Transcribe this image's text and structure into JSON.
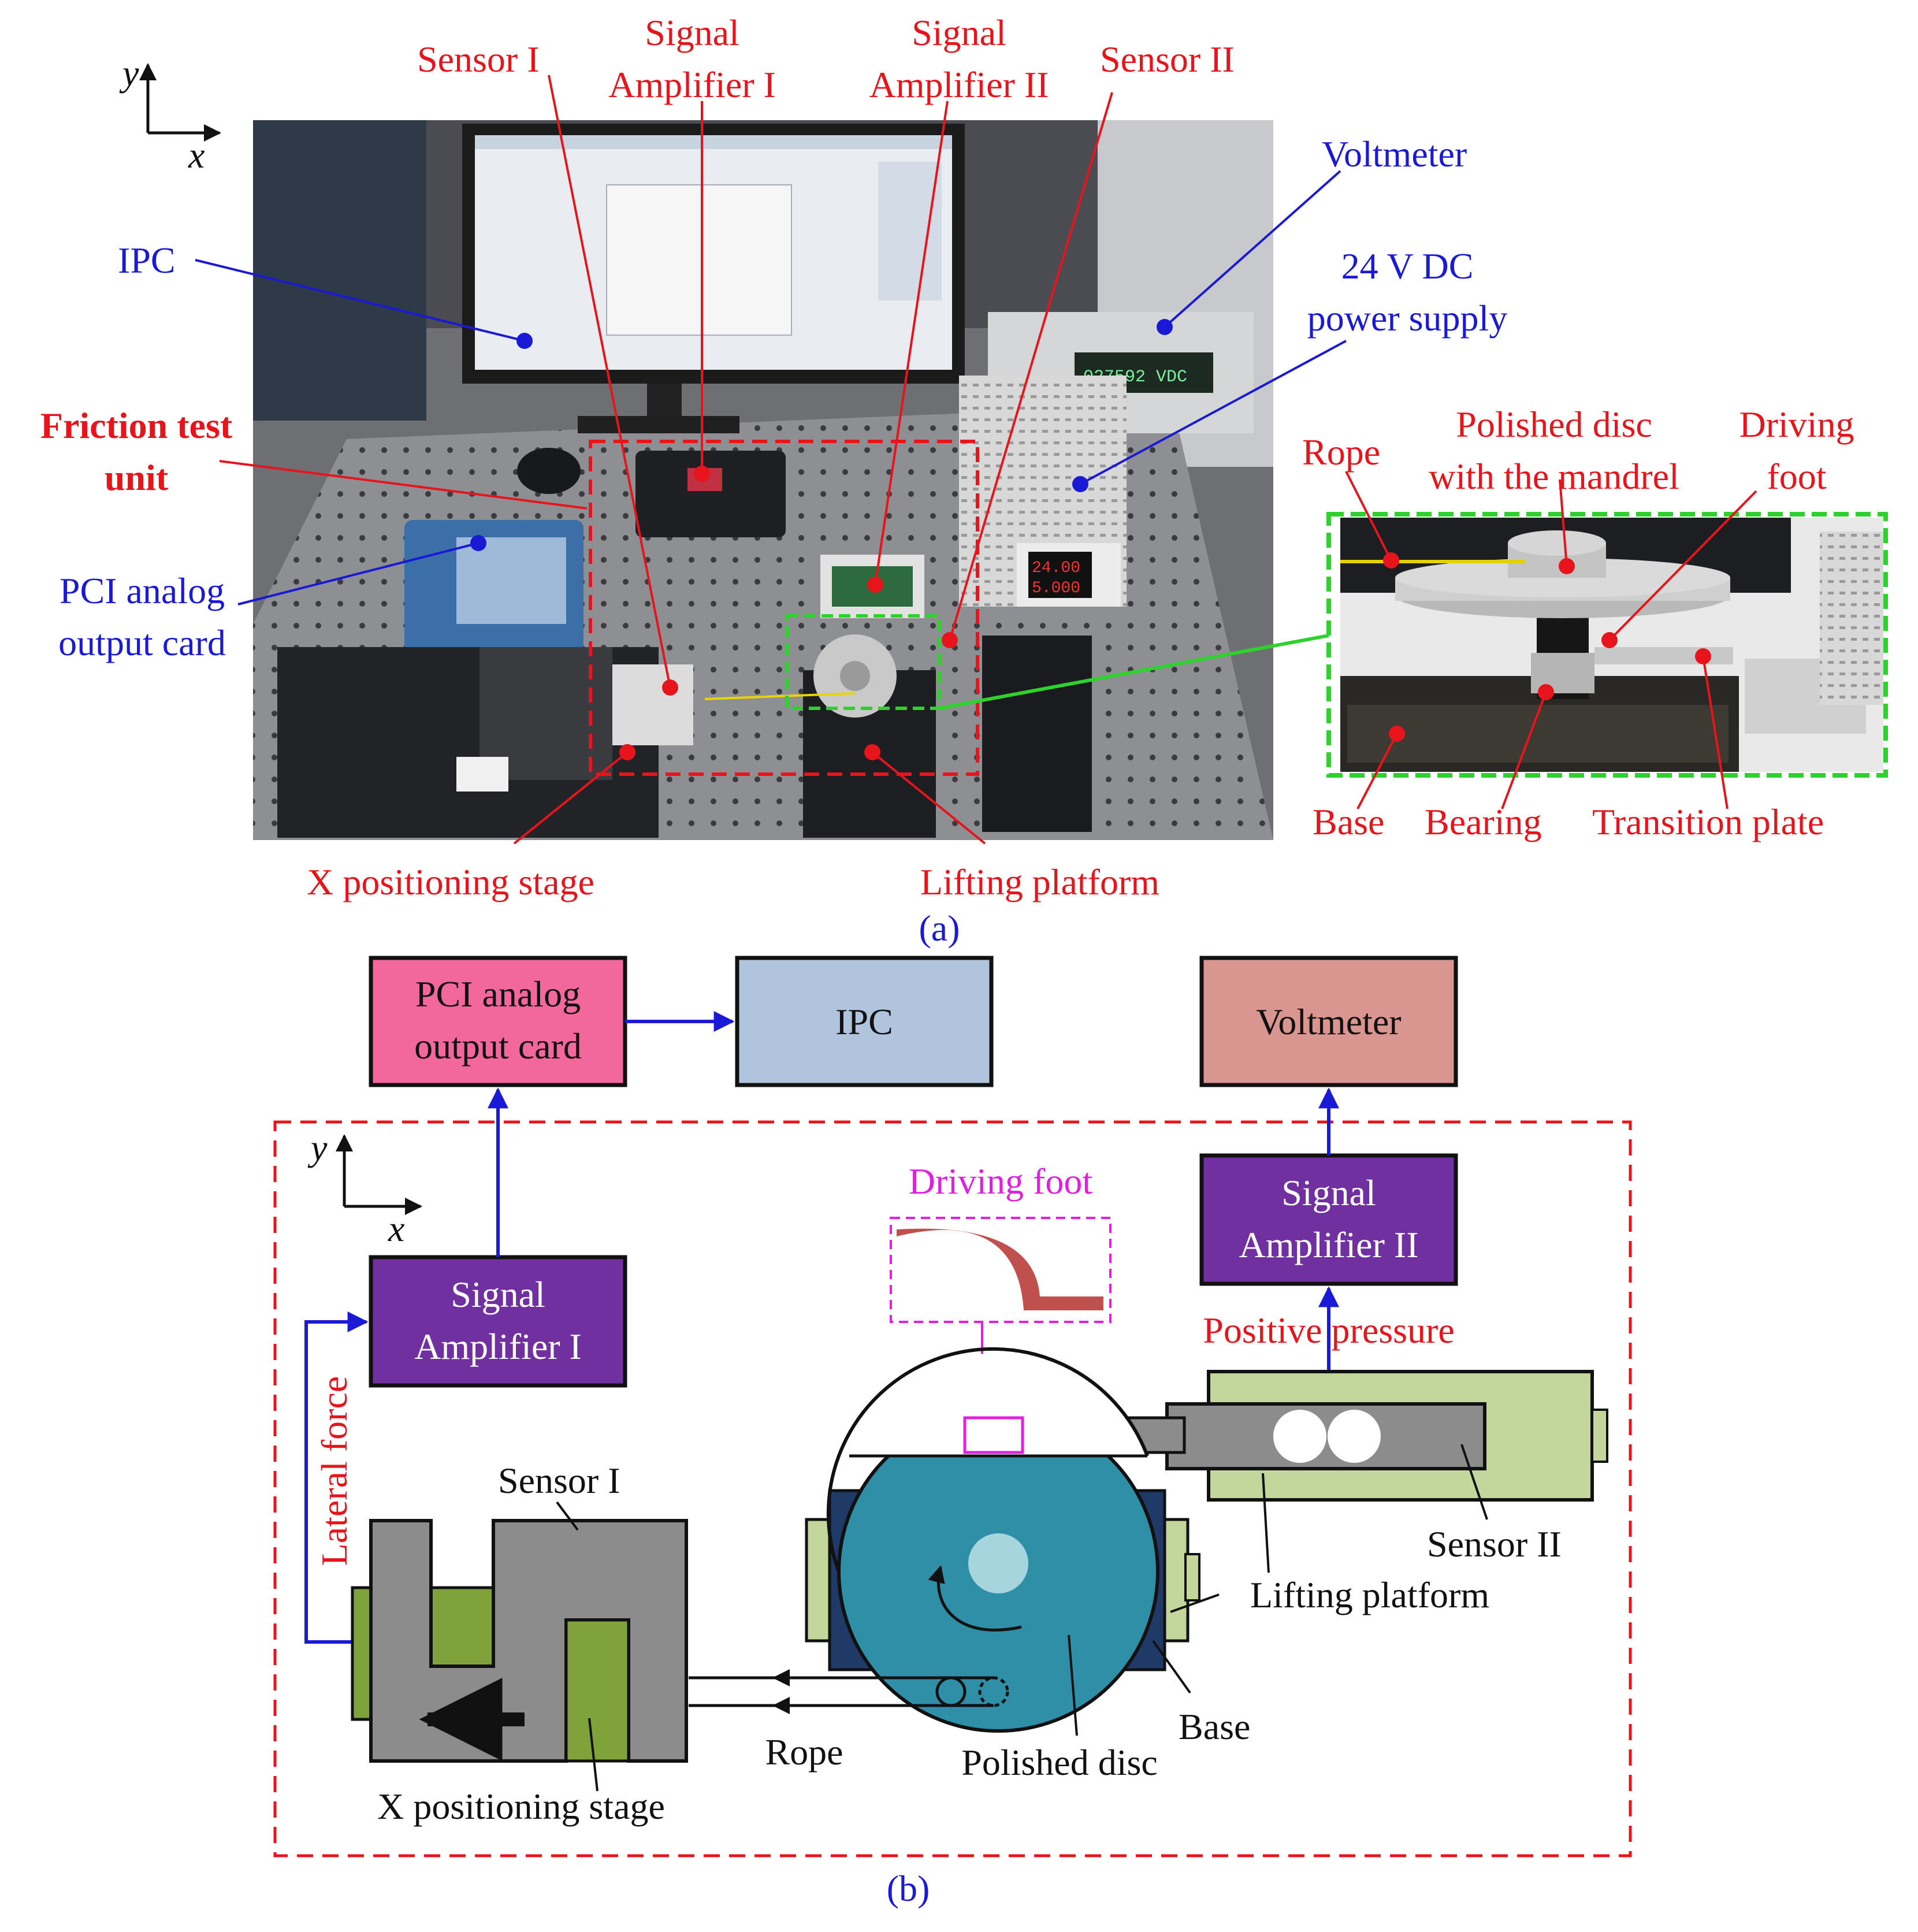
{
  "panel_a": {
    "caption": "(a)",
    "axes": {
      "y": "y",
      "x": "x"
    },
    "labels": {
      "sensor_1": "Sensor I",
      "amp1_line1": "Signal",
      "amp1_line2": "Amplifier I",
      "amp2_line1": "Signal",
      "amp2_line2": "Amplifier II",
      "sensor_2": "Sensor II",
      "voltmeter": "Voltmeter",
      "ipc": "IPC",
      "psu_line1": "24 V DC",
      "psu_line2": "power supply",
      "friction_line1": "Friction test",
      "friction_line2": "unit",
      "pci_line1": "PCI analog",
      "pci_line2": "output card",
      "x_stage": "X positioning stage",
      "lifting": "Lifting platform"
    },
    "inset": {
      "rope": "Rope",
      "disc_line1": "Polished disc",
      "disc_line2": "with the mandrel",
      "foot_line1": "Driving",
      "foot_line2": "foot",
      "base": "Base",
      "bearing": "Bearing",
      "transition": "Transition plate"
    },
    "photo": {
      "meter_reading": "027592 VDC",
      "psu_v": "24.00",
      "psu_a": "5.000"
    }
  },
  "panel_b": {
    "caption": "(b)",
    "axes": {
      "y": "y",
      "x": "x"
    },
    "boxes": {
      "pci_line1": "PCI analog",
      "pci_line2": "output card",
      "ipc": "IPC",
      "voltmeter": "Voltmeter",
      "amp1_line1": "Signal",
      "amp1_line2": "Amplifier I",
      "amp2_line1": "Signal",
      "amp2_line2": "Amplifier II"
    },
    "labels": {
      "driving_foot": "Driving foot",
      "positive_pressure": "Positive pressure",
      "lateral_force": "Lateral force",
      "sensor_1": "Sensor I",
      "sensor_2": "Sensor II",
      "lifting": "Lifting platform",
      "base": "Base",
      "rope": "Rope",
      "disc": "Polished disc",
      "x_stage": "X positioning stage"
    }
  },
  "colors": {
    "label_red": "#e8141b",
    "label_blue": "#1a1ad6",
    "magenta": "#e020e0",
    "pci_box": "#f2689c",
    "ipc_box": "#b0c4de",
    "voltmeter_box": "#d9958f",
    "amp_box": "#7030a0",
    "disc": "#2e8fa6",
    "base_dark": "#1f3a66",
    "green_light": "#c3d69b",
    "green_dark": "#7fa33a",
    "gray": "#8c8c8c",
    "foot_red": "#c0504d"
  }
}
